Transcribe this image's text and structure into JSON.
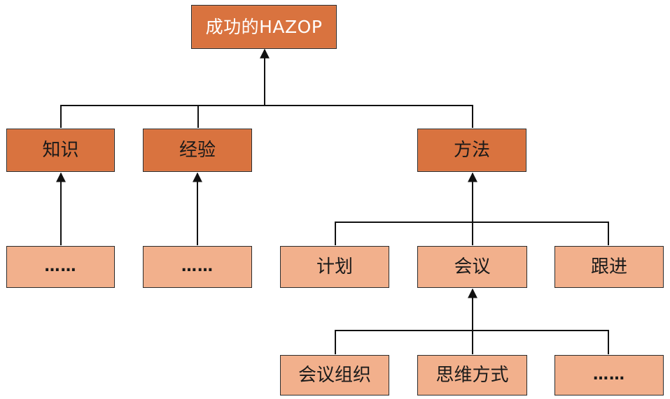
{
  "diagram": {
    "root": {
      "label": "成功的HAZOP"
    },
    "level1": [
      {
        "label": "知识"
      },
      {
        "label": "经验"
      },
      {
        "label": "方法"
      }
    ],
    "level2": [
      {
        "label": "……"
      },
      {
        "label": "……"
      },
      {
        "label": "计划"
      },
      {
        "label": "会议"
      },
      {
        "label": "跟进"
      }
    ],
    "level3": [
      {
        "label": "会议组织"
      },
      {
        "label": "思维方式"
      },
      {
        "label": "……"
      }
    ],
    "colors": {
      "dark_fill": "#d9733f",
      "light_fill": "#f2b08c",
      "stroke": "#2b2b2b",
      "root_text": "#ffffff"
    }
  }
}
